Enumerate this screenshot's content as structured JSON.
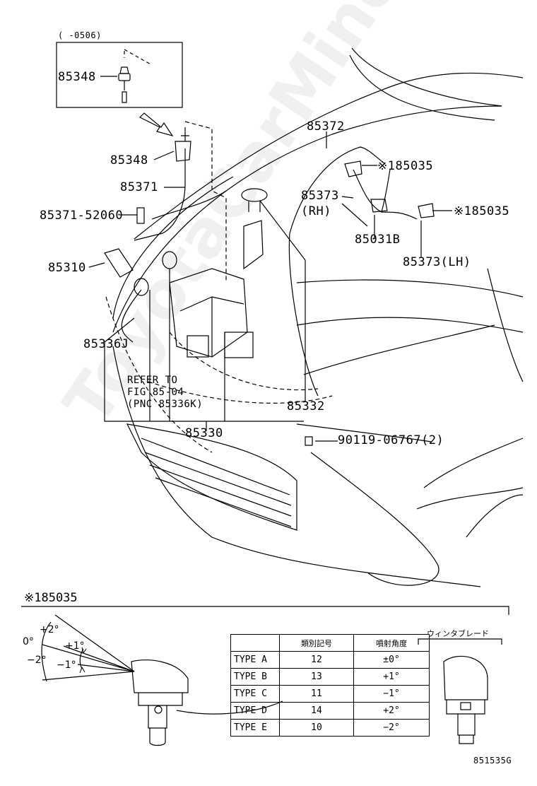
{
  "labels": {
    "range": "(     -0506)",
    "p85348_inset": "85348",
    "p85348": "85348",
    "p85371": "85371",
    "p85371_52060": "85371-52060",
    "p85310": "85310",
    "p85336j": "85336J",
    "p85372": "85372",
    "p85035_a": "※185035",
    "p85373_rh": "85373",
    "rh": "(RH)",
    "p85035_b": "※185035",
    "p85031b": "85031B",
    "p85373_lh": "85373(LH)",
    "p85332": "85332",
    "p85330": "85330",
    "p90119": "90119-06767(2)",
    "refer": "REFER TO\nFIG 85-04\n(PNC 85336K)",
    "section_title": "※185035",
    "figure_code": "851535G",
    "wiper_blade": "ウィンタブレード",
    "watermark": "ToyotaCarMine.ru"
  },
  "angles": {
    "a0": "0°",
    "p2": "+2°",
    "p1": "+1°",
    "m2": "−2°",
    "m1": "−1°"
  },
  "type_table": {
    "headers": [
      "",
      "類別記号",
      "噴射角度"
    ],
    "rows": [
      {
        "type": "TYPE A",
        "code": "12",
        "angle": "±0°"
      },
      {
        "type": "TYPE B",
        "code": "13",
        "angle": "+1°"
      },
      {
        "type": "TYPE C",
        "code": "11",
        "angle": "−1°"
      },
      {
        "type": "TYPE D",
        "code": "14",
        "angle": "+2°"
      },
      {
        "type": "TYPE E",
        "code": "10",
        "angle": "−2°"
      }
    ]
  }
}
